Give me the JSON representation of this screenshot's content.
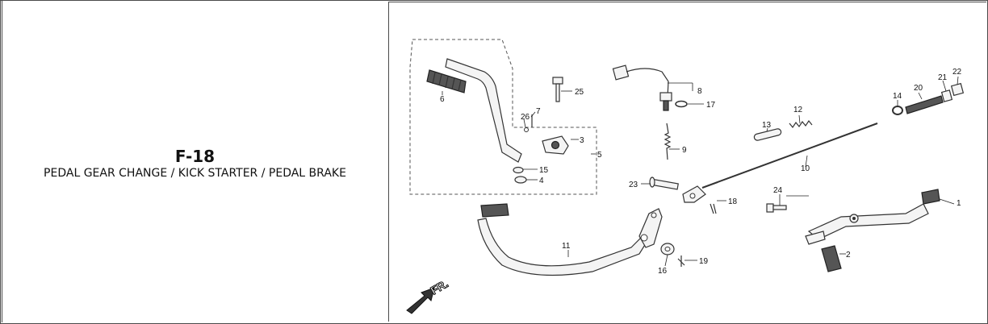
{
  "figure": {
    "code": "F-18",
    "title": "PEDAL GEAR CHANGE / KICK STARTER / PEDAL BRAKE"
  },
  "callouts": {
    "c1": "1",
    "c2": "2",
    "c3": "3",
    "c4": "4",
    "c5": "5",
    "c6": "6",
    "c7": "7",
    "c8": "8",
    "c9": "9",
    "c10": "10",
    "c11": "11",
    "c12": "12",
    "c13": "13",
    "c14": "14",
    "c15": "15",
    "c16": "16",
    "c17": "17",
    "c18": "18",
    "c19": "19",
    "c20": "20",
    "c21": "21",
    "c22": "22",
    "c23": "23",
    "c24": "24",
    "c25": "25",
    "c26": "26"
  },
  "direction_indicator": {
    "label": "FR."
  }
}
